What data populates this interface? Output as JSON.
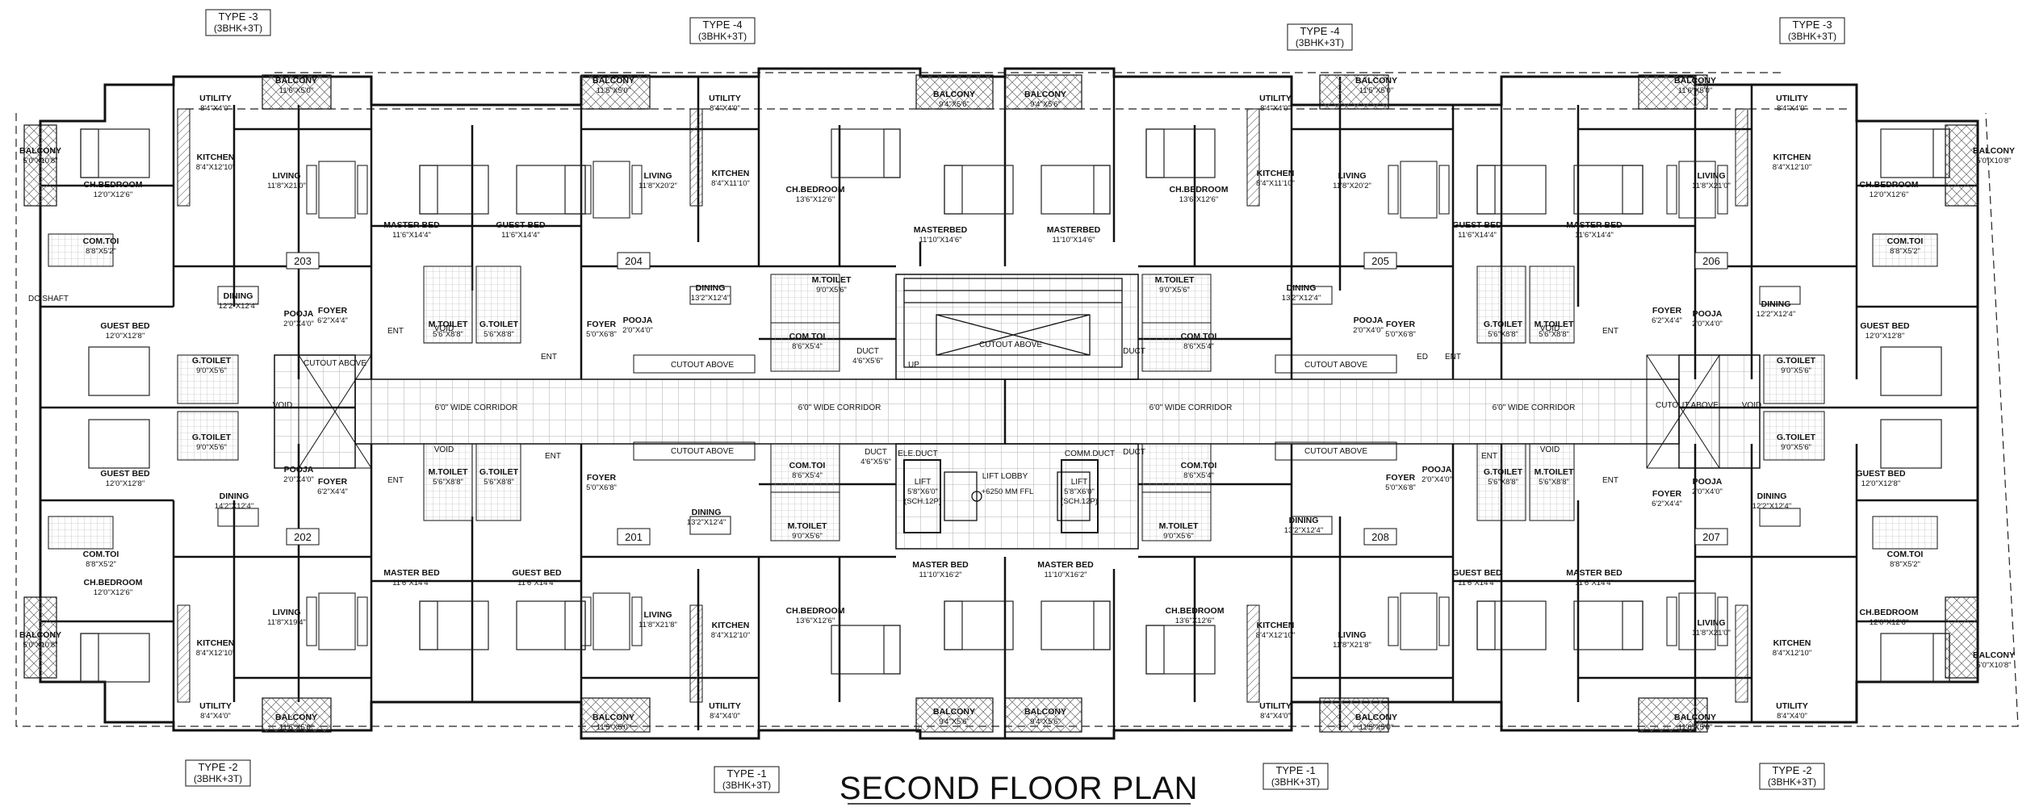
{
  "title": "SECOND FLOOR PLAN",
  "type_tags": [
    {
      "type": "TYPE -3",
      "config": "(3BHK+3T)"
    },
    {
      "type": "TYPE -4",
      "config": "(3BHK+3T)"
    },
    {
      "type": "TYPE -4",
      "config": "(3BHK+3T)"
    },
    {
      "type": "TYPE -3",
      "config": "(3BHK+3T)"
    },
    {
      "type": "TYPE -2",
      "config": "(3BHK+3T)"
    },
    {
      "type": "TYPE -1",
      "config": "(3BHK+3T)"
    },
    {
      "type": "TYPE -1",
      "config": "(3BHK+3T)"
    },
    {
      "type": "TYPE -2",
      "config": "(3BHK+3T)"
    }
  ],
  "flats": [
    "203",
    "204",
    "205",
    "206",
    "202",
    "201",
    "208",
    "207"
  ],
  "corridor": {
    "label": "6'0\" WIDE CORRIDOR",
    "lift_lobby": "LIFT LOBBY",
    "level": "+6250 MM FFL",
    "lift": "LIFT",
    "lift_size": "5'8\"X6'0\"",
    "lift_note": "(SCH.12P)",
    "duct": "DUCT",
    "duct_size": "4'6\"X5'6\"",
    "ele_duct": "ELE.DUCT",
    "comm_duct": "COMM.DUCT",
    "cutout": "CUTOUT ABOVE",
    "void": "VOID",
    "up": "UP",
    "ent": "ENT",
    "ed": "ED",
    "dc_shaft": "DC SHAFT"
  },
  "rooms": {
    "utility": {
      "name": "UTILITY",
      "size": "8'4\"X4'0\""
    },
    "balcony_rear": {
      "name": "BALCONY",
      "size": "11'6\"X5'0\""
    },
    "balcony_mid": {
      "name": "BALCONY",
      "size": "9'4\"X5'6\""
    },
    "balcony_side": {
      "name": "BALCONY",
      "size": "5'0\"X10'8\""
    },
    "balcony_small": {
      "name": "BALCONY",
      "size": "11'5\"X5'0\""
    },
    "kitchen": {
      "name": "KITCHEN",
      "size": "8'4\"X12'10\""
    },
    "kitchen_b": {
      "name": "KITCHEN",
      "size": "8'4\"X11'10\""
    },
    "living": {
      "name": "LIVING",
      "size": "11'8\"X21'0\""
    },
    "living_b": {
      "name": "LIVING",
      "size": "11'8\"X20'2\""
    },
    "living_c": {
      "name": "LIVING",
      "size": "11'8\"X19'4\""
    },
    "living_d": {
      "name": "LIVING",
      "size": "11'8\"X21'8\""
    },
    "ch_bedroom": {
      "name": "CH.BEDROOM",
      "size": "12'0\"X12'6\""
    },
    "ch_bedroom_b": {
      "name": "CH.BEDROOM",
      "size": "13'6\"X12'6\""
    },
    "master_bed": {
      "name": "MASTER BED",
      "size": "11'6\"X14'4\""
    },
    "master_bed_b": {
      "name": "MASTERBED",
      "size": "11'10\"X14'6\""
    },
    "master_bed_c": {
      "name": "MASTER BED",
      "size": "11'10\"X16'2\""
    },
    "guest_bed": {
      "name": "GUEST BED",
      "size": "11'6\"X14'4\""
    },
    "guest_bed_b": {
      "name": "GUEST BED",
      "size": "12'0\"X12'8\""
    },
    "dining": {
      "name": "DINING",
      "size": "12'2\"X12'4\""
    },
    "dining_b": {
      "name": "DINING",
      "size": "13'2\"X12'4\""
    },
    "dining_c": {
      "name": "DINING",
      "size": "14'2\"X12'4\""
    },
    "foyer": {
      "name": "FOYER",
      "size": "6'2\"X4'4\""
    },
    "foyer_b": {
      "name": "FOYER",
      "size": "5'0\"X6'8\""
    },
    "m_toilet": {
      "name": "M.TOILET",
      "size": "5'6\"X8'8\""
    },
    "m_toilet_b": {
      "name": "M.TOILET",
      "size": "9'0\"X5'6\""
    },
    "g_toilet": {
      "name": "G.TOILET",
      "size": "5'6\"X8'8\""
    },
    "g_toilet_b": {
      "name": "G.TOILET",
      "size": "9'0\"X5'6\""
    },
    "com_toi": {
      "name": "COM.TOI",
      "size": "8'6\"X5'4\""
    },
    "com_toi_b": {
      "name": "COM.TOI",
      "size": "8'8\"X5'2\""
    },
    "pooja": {
      "name": "POOJA",
      "size": "2'0\"X4'0\""
    }
  },
  "colors": {
    "line": "#1a1a1a",
    "hatch": "#555555",
    "corridor_grid": "#9a9a9a"
  }
}
